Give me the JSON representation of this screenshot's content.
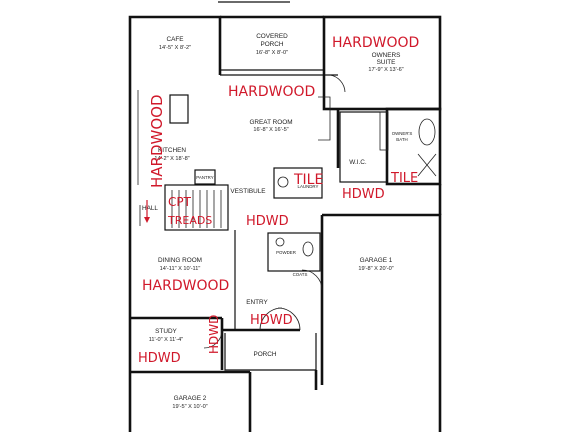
{
  "rooms": {
    "cafe": {
      "name": "CAFE",
      "dims": "14'-5\" X 8'-2\""
    },
    "covered_porch": {
      "name_line1": "COVERED",
      "name_line2": "PORCH",
      "dims": "16'-8\" X 8'-0\""
    },
    "owners_suite": {
      "name_line1": "OWNERS",
      "name_line2": "SUITE",
      "dims": "17'-9\" X 13'-6\""
    },
    "great_room": {
      "name": "GREAT ROOM",
      "dims": "16'-8\" X 16'-5\""
    },
    "kitchen": {
      "name": "KITCHEN",
      "dims": "14'-2\" X 18'-8\""
    },
    "owners_bath": {
      "name_line1": "OWNER'S",
      "name_line2": "BATH"
    },
    "wic": {
      "name": "W.I.C."
    },
    "pantry": {
      "name": "PANTRY"
    },
    "vestibule": {
      "name": "VESTIBULE"
    },
    "laundry": {
      "name": "LAUNDRY"
    },
    "hall": {
      "name": "HALL"
    },
    "powder": {
      "name": "POWDER"
    },
    "coats": {
      "name": "COATS"
    },
    "dining_room": {
      "name": "DINING ROOM",
      "dims": "14'-11\" X 10'-11\""
    },
    "garage1": {
      "name": "GARAGE 1",
      "dims": "19'-8\" X 20'-0\""
    },
    "entry": {
      "name": "ENTRY"
    },
    "study": {
      "name": "STUDY",
      "dims": "11'-0\" X 11'-4\""
    },
    "porch": {
      "name": "PORCH"
    },
    "garage2": {
      "name": "GARAGE 2",
      "dims": "19'-5\" X 10'-0\""
    }
  },
  "annotations": {
    "hardwood_suite": "HARDWOOD",
    "hardwood_great": "HARDWOOD",
    "hardwood_kitchen": "HARDWOOD",
    "hardwood_dining": "HARDWOOD",
    "tile_laundry": "TILE",
    "tile_bath": "TILE",
    "hdwd_wic": "HDWD",
    "hdwd_vestibule": "HDWD",
    "hdwd_entry": "HDWD",
    "hdwd_study": "HDWD",
    "hdwd_vertical": "HDWD",
    "carpet_stairs": "CPT",
    "carpet_treads": "TREADS"
  },
  "colors": {
    "ink": "#111111",
    "annotation": "#d0182a",
    "background": "#ffffff"
  }
}
